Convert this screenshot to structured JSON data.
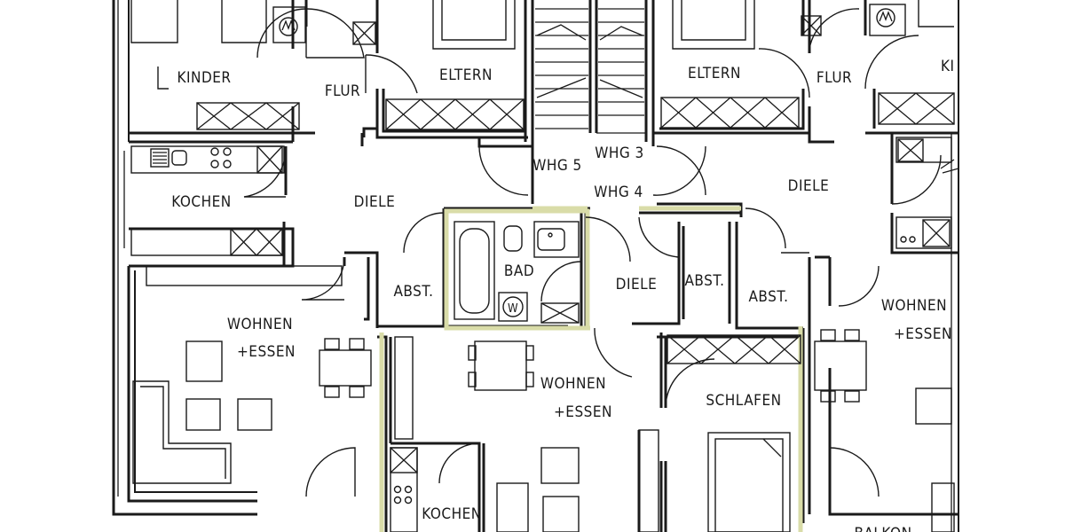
{
  "plan": {
    "rooms": {
      "kinder_left": "KINDER",
      "flur_left": "FLUR",
      "eltern_left": "ELTERN",
      "eltern_right": "ELTERN",
      "flur_right": "FLUR",
      "kinder_right": "KI",
      "kochen_left": "KOCHEN",
      "diele_left": "DIELE",
      "whg5": "WHG 5",
      "whg3": "WHG 3",
      "whg4": "WHG 4",
      "diele_right": "DIELE",
      "abst_left": "ABST.",
      "bad": "BAD",
      "diele_center": "DIELE",
      "abst_center": "ABST.",
      "abst_right": "ABST.",
      "wohnen_left": "WOHNEN",
      "essen_left": "+ESSEN",
      "wohnen_center": "WOHNEN",
      "essen_center": "+ESSEN",
      "schlafen": "SCHLAFEN",
      "wohnen_right": "WOHNEN",
      "essen_right": "+ESSEN",
      "kochen_center": "KOCHEN",
      "balkon_right": "BALKON"
    },
    "symbols": {
      "washer": "W"
    }
  }
}
